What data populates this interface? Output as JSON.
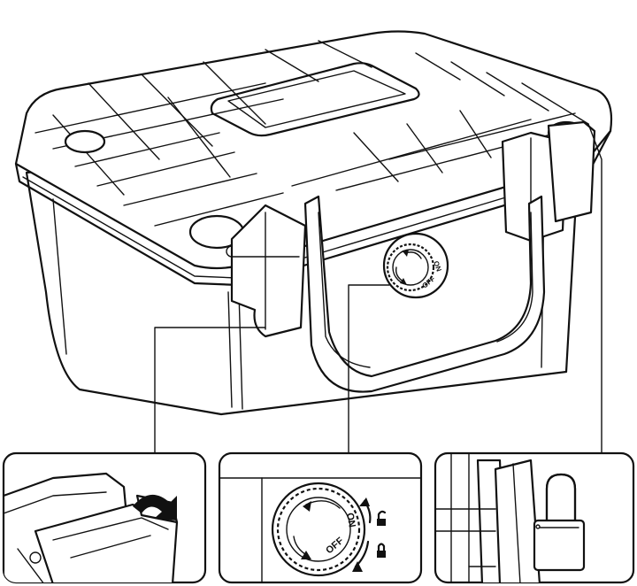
{
  "valve": {
    "on_label": "ON",
    "off_label": "OFF"
  },
  "detail_valve": {
    "on_label": "ON",
    "off_label": "OFF"
  },
  "colors": {
    "line": "#111111",
    "background": "#ffffff"
  },
  "icons": [
    "unlocked-padlock-icon",
    "locked-padlock-icon",
    "rotate-arrow-icon"
  ]
}
